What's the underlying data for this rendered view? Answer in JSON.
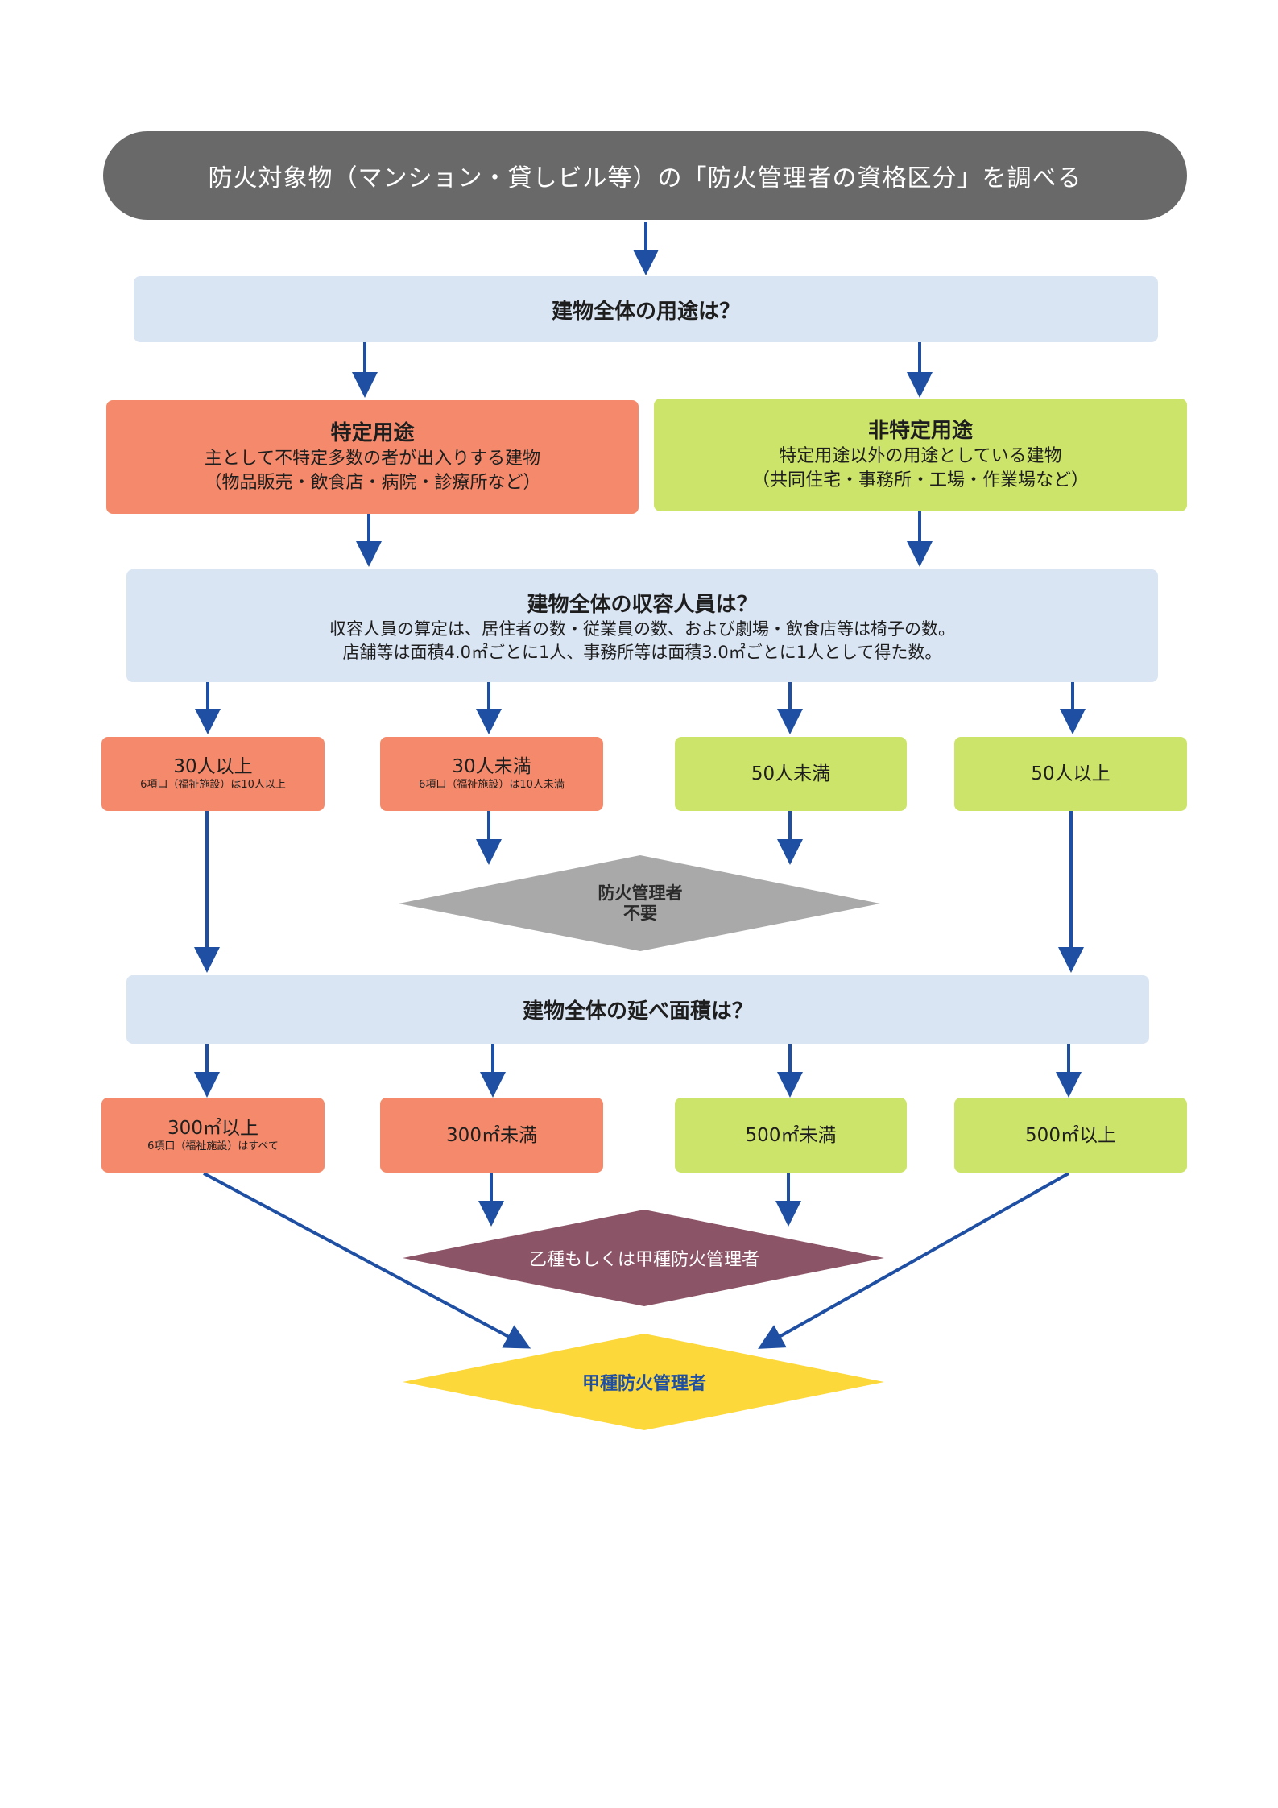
{
  "header": {
    "title": "防火対象物（マンション・貸しビル等）の「防火管理者の資格区分」を調べる"
  },
  "q1": {
    "title": "建物全体の用途は？"
  },
  "usage": {
    "specific": {
      "title": "特定用途",
      "line1": "主として不特定多数の者が出入りする建物",
      "line2": "（物品販売・飲食店・病院・診療所など）"
    },
    "non_specific": {
      "title": "非特定用途",
      "line1": "特定用途以外の用途としている建物",
      "line2": "（共同住宅・事務所・工場・作業場など）"
    }
  },
  "q2": {
    "title": "建物全体の収容人員は？",
    "line1": "収容人員の算定は、居住者の数・従業員の数、および劇場・飲食店等は椅子の数。",
    "line2": "店舗等は面積4.0㎡ごとに1人、事務所等は面積3.0㎡ごとに1人として得た数。"
  },
  "capacity": [
    {
      "label": "30人以上",
      "note": "6項口（福祉施設）は10人以上"
    },
    {
      "label": "30人未満",
      "note": "6項口（福祉施設）は10人未満"
    },
    {
      "label": "50人未満",
      "note": ""
    },
    {
      "label": "50人以上",
      "note": ""
    }
  ],
  "not_required": {
    "line1": "防火管理者",
    "line2": "不要"
  },
  "q3": {
    "title": "建物全体の延べ面積は？"
  },
  "area": [
    {
      "label": "300㎡以上",
      "note": "6項口（福祉施設）はすべて"
    },
    {
      "label": "300㎡未満",
      "note": ""
    },
    {
      "label": "500㎡未満",
      "note": ""
    },
    {
      "label": "500㎡以上",
      "note": ""
    }
  ],
  "result_b": {
    "label": "乙種もしくは甲種防火管理者"
  },
  "result_a": {
    "label": "甲種防火管理者"
  },
  "colors": {
    "pill": "#696969",
    "question": "#dae5f4",
    "specific": "#f48a6b",
    "non_specific": "#cde46a",
    "not_required": "#a9a9a9",
    "result_b": "#8c5467",
    "result_a": "#fcd83a",
    "arrow": "#1f4fa2"
  }
}
